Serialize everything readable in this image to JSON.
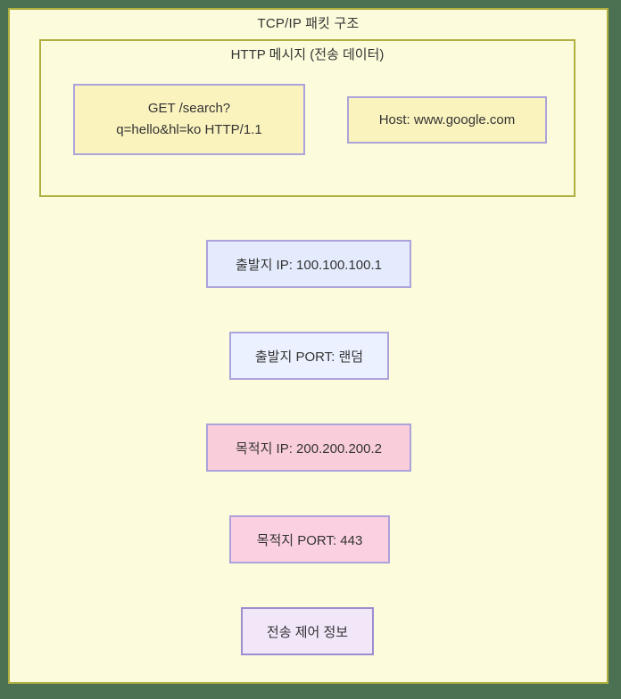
{
  "title": "TCP/IP 패킷 구조",
  "http_message": {
    "label": "HTTP 메시지 (전송 데이터)",
    "request_line1": "GET /search?",
    "request_line2": "q=hello&hl=ko HTTP/1.1",
    "host": "Host: www.google.com"
  },
  "fields": [
    {
      "id": "source-ip",
      "label": "출발지 IP: 100.100.100.1",
      "fill": "#E4EBFD"
    },
    {
      "id": "source-port",
      "label": "출발지 PORT: 랜덤",
      "fill": "#EBF1FE"
    },
    {
      "id": "dest-ip",
      "label": "목적지 IP: 200.200.200.2",
      "fill": "#FACDDB"
    },
    {
      "id": "dest-port",
      "label": "목적지 PORT: 443",
      "fill": "#FBD0E0"
    },
    {
      "id": "control-info",
      "label": "전송 제어 정보",
      "fill": "#F2E6F9"
    }
  ],
  "colors": {
    "frame_green": "#4C7052",
    "panel_yellow": "#FCFCDC",
    "olive_border": "#B0AF40",
    "note_yellow": "#FBF3BE",
    "purple_border": "#ACA3DB",
    "control_border": "#9C8DD0",
    "text": "#333333"
  }
}
